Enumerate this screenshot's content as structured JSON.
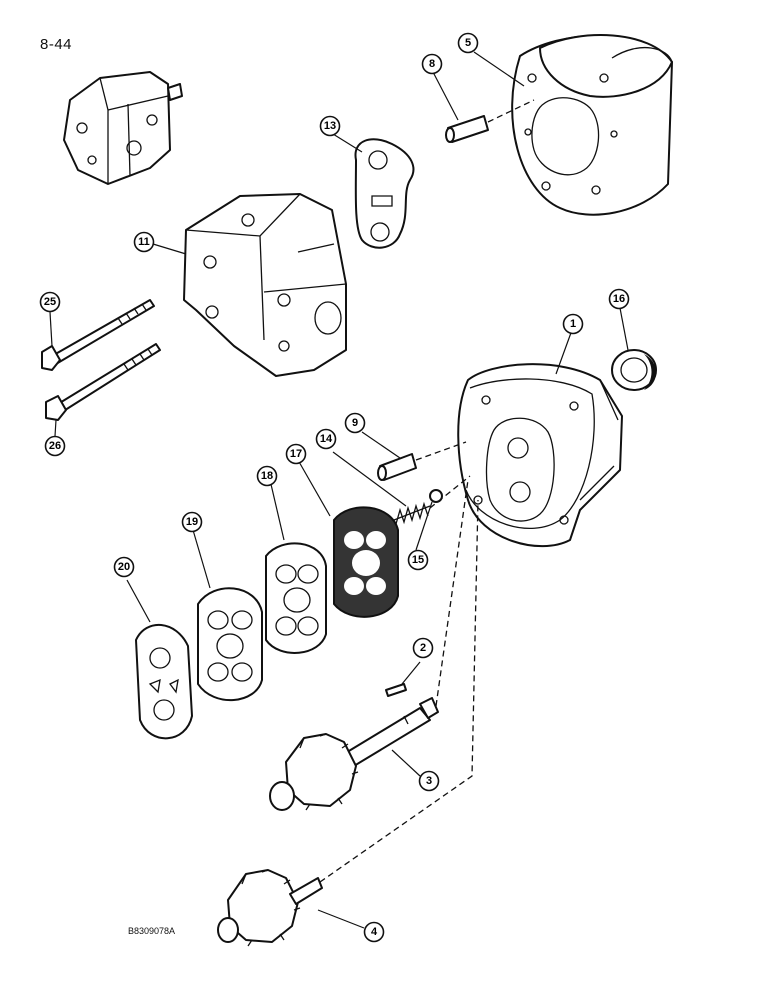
{
  "page": {
    "number": "8-44",
    "drawing_code": "B8309078A"
  },
  "callouts": [
    "1",
    "2",
    "3",
    "4",
    "5",
    "8",
    "9",
    "11",
    "13",
    "14",
    "15",
    "16",
    "17",
    "18",
    "19",
    "20",
    "25",
    "26"
  ]
}
